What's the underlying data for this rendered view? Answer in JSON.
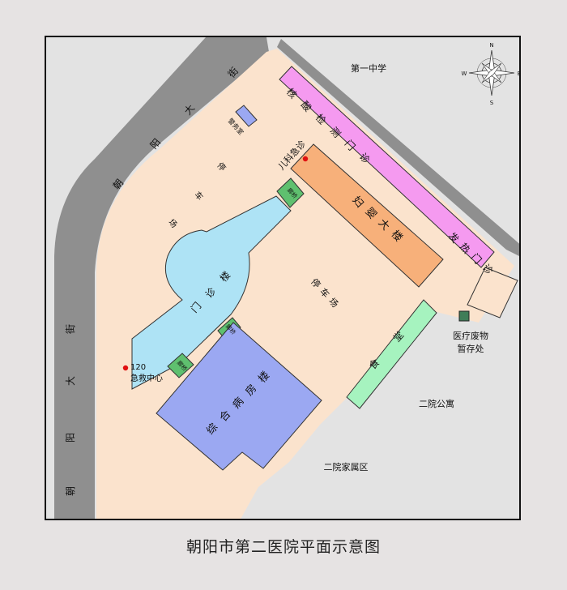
{
  "title": "朝阳市第二医院平面示意图",
  "colors": {
    "background": "#e6e3e3",
    "road": "#8f8f8f",
    "outside_area": "#e3e3e3",
    "hospital_ground": "#fbe3cd",
    "outpatient": "#aee3f5",
    "inpatient": "#9ba8f2",
    "women_children": "#f7b07a",
    "nucleic_fever": "#f59af0",
    "canteen": "#a6f3bf",
    "corridor": "#5fc06f",
    "waste": "#3f7d58",
    "marker": "#e01010"
  },
  "roads": {
    "street_north": [
      "朝",
      "阳",
      "大",
      "街"
    ],
    "street_west": [
      "朝",
      "阳",
      "大",
      "街"
    ]
  },
  "compass": {
    "n": "N",
    "s": "S",
    "e": "E",
    "w": "W"
  },
  "neighbors": {
    "school": "第一中学",
    "apartment": "二院公寓",
    "family_area": "二院家属区"
  },
  "buildings": {
    "outpatient": [
      "门",
      "诊",
      "楼"
    ],
    "inpatient": [
      "综",
      "合",
      "病",
      "房",
      "楼"
    ],
    "women_children": [
      "妇",
      "婴",
      "大",
      "楼"
    ],
    "nucleic_fever_strip": [
      "核",
      "酸",
      "检",
      "测",
      "门",
      "诊"
    ],
    "fever_clinic": [
      "发",
      "热",
      "门",
      "诊"
    ],
    "canteen": [
      "食",
      "堂"
    ],
    "duty_room": "警务室",
    "corridor_upper": "廊桥",
    "corridor_middle": "廊桥",
    "corridor_lower": "廊桥"
  },
  "parking": {
    "upper": [
      "停",
      "车",
      "场"
    ],
    "center": [
      "停",
      "车",
      "场"
    ]
  },
  "markers": {
    "pediatric_emergency": "儿科急诊",
    "emergency_center_num": "120",
    "emergency_center": "急救中心"
  },
  "medical_waste": [
    "医疗废物",
    "暂存处"
  ]
}
